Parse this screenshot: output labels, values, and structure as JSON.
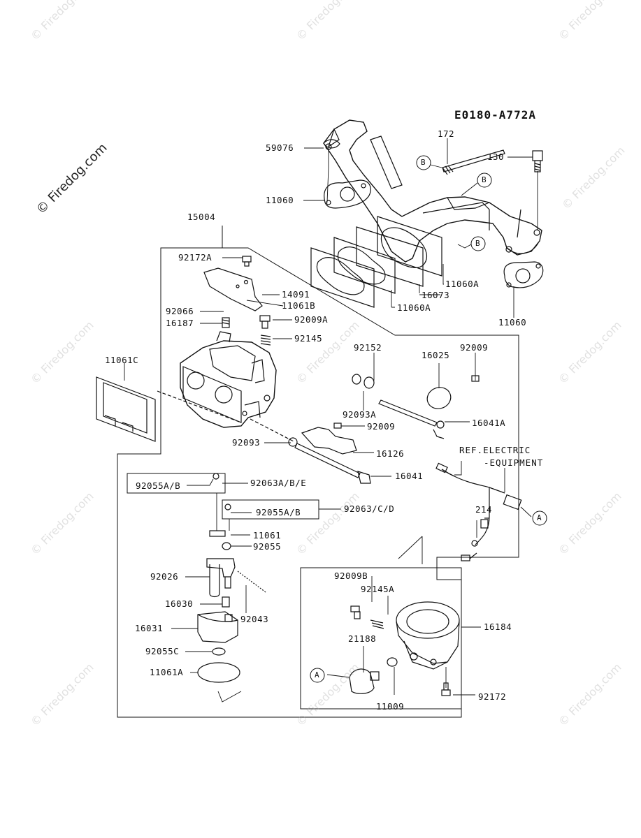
{
  "diagram_code": "E0180-A772A",
  "watermark_main": "© Firedog.com",
  "watermark_tile": "© Firedog.com",
  "ref_note": {
    "line1": "REF.ELECTRIC",
    "line2": "-EQUIPMENT"
  },
  "refs": {
    "A": "A",
    "B": "B"
  },
  "labels": {
    "p59076": "59076",
    "p172": "172",
    "p130": "130",
    "p11060_top": "11060",
    "p15004": "15004",
    "p92172A": "92172A",
    "p14091": "14091",
    "p11061B": "11061B",
    "p92066": "92066",
    "p16187": "16187",
    "p92009A": "92009A",
    "p92145": "92145",
    "p11060A_1": "11060A",
    "p16073": "16073",
    "p11060A_2": "11060A",
    "p11060_right": "11060",
    "p11061C": "11061C",
    "p92152": "92152",
    "p92009_top": "92009",
    "p16025": "16025",
    "p92093A": "92093A",
    "p16041A": "16041A",
    "p92009_mid": "92009",
    "p92093": "92093",
    "p16126": "16126",
    "p16041": "16041",
    "p92055AB_1": "92055A/B",
    "p92063ABE": "92063A/B/E",
    "p92055AB_2": "92055A/B",
    "p92063CD": "92063/C/D",
    "p11061": "11061",
    "p92055": "92055",
    "p214": "214",
    "p92026": "92026",
    "p92009B": "92009B",
    "p92145A": "92145A",
    "p16030": "16030",
    "p92043": "92043",
    "p16184": "16184",
    "p21188": "21188",
    "p16031": "16031",
    "p92055C": "92055C",
    "p11061A": "11061A",
    "p11009": "11009",
    "p92172": "92172"
  }
}
